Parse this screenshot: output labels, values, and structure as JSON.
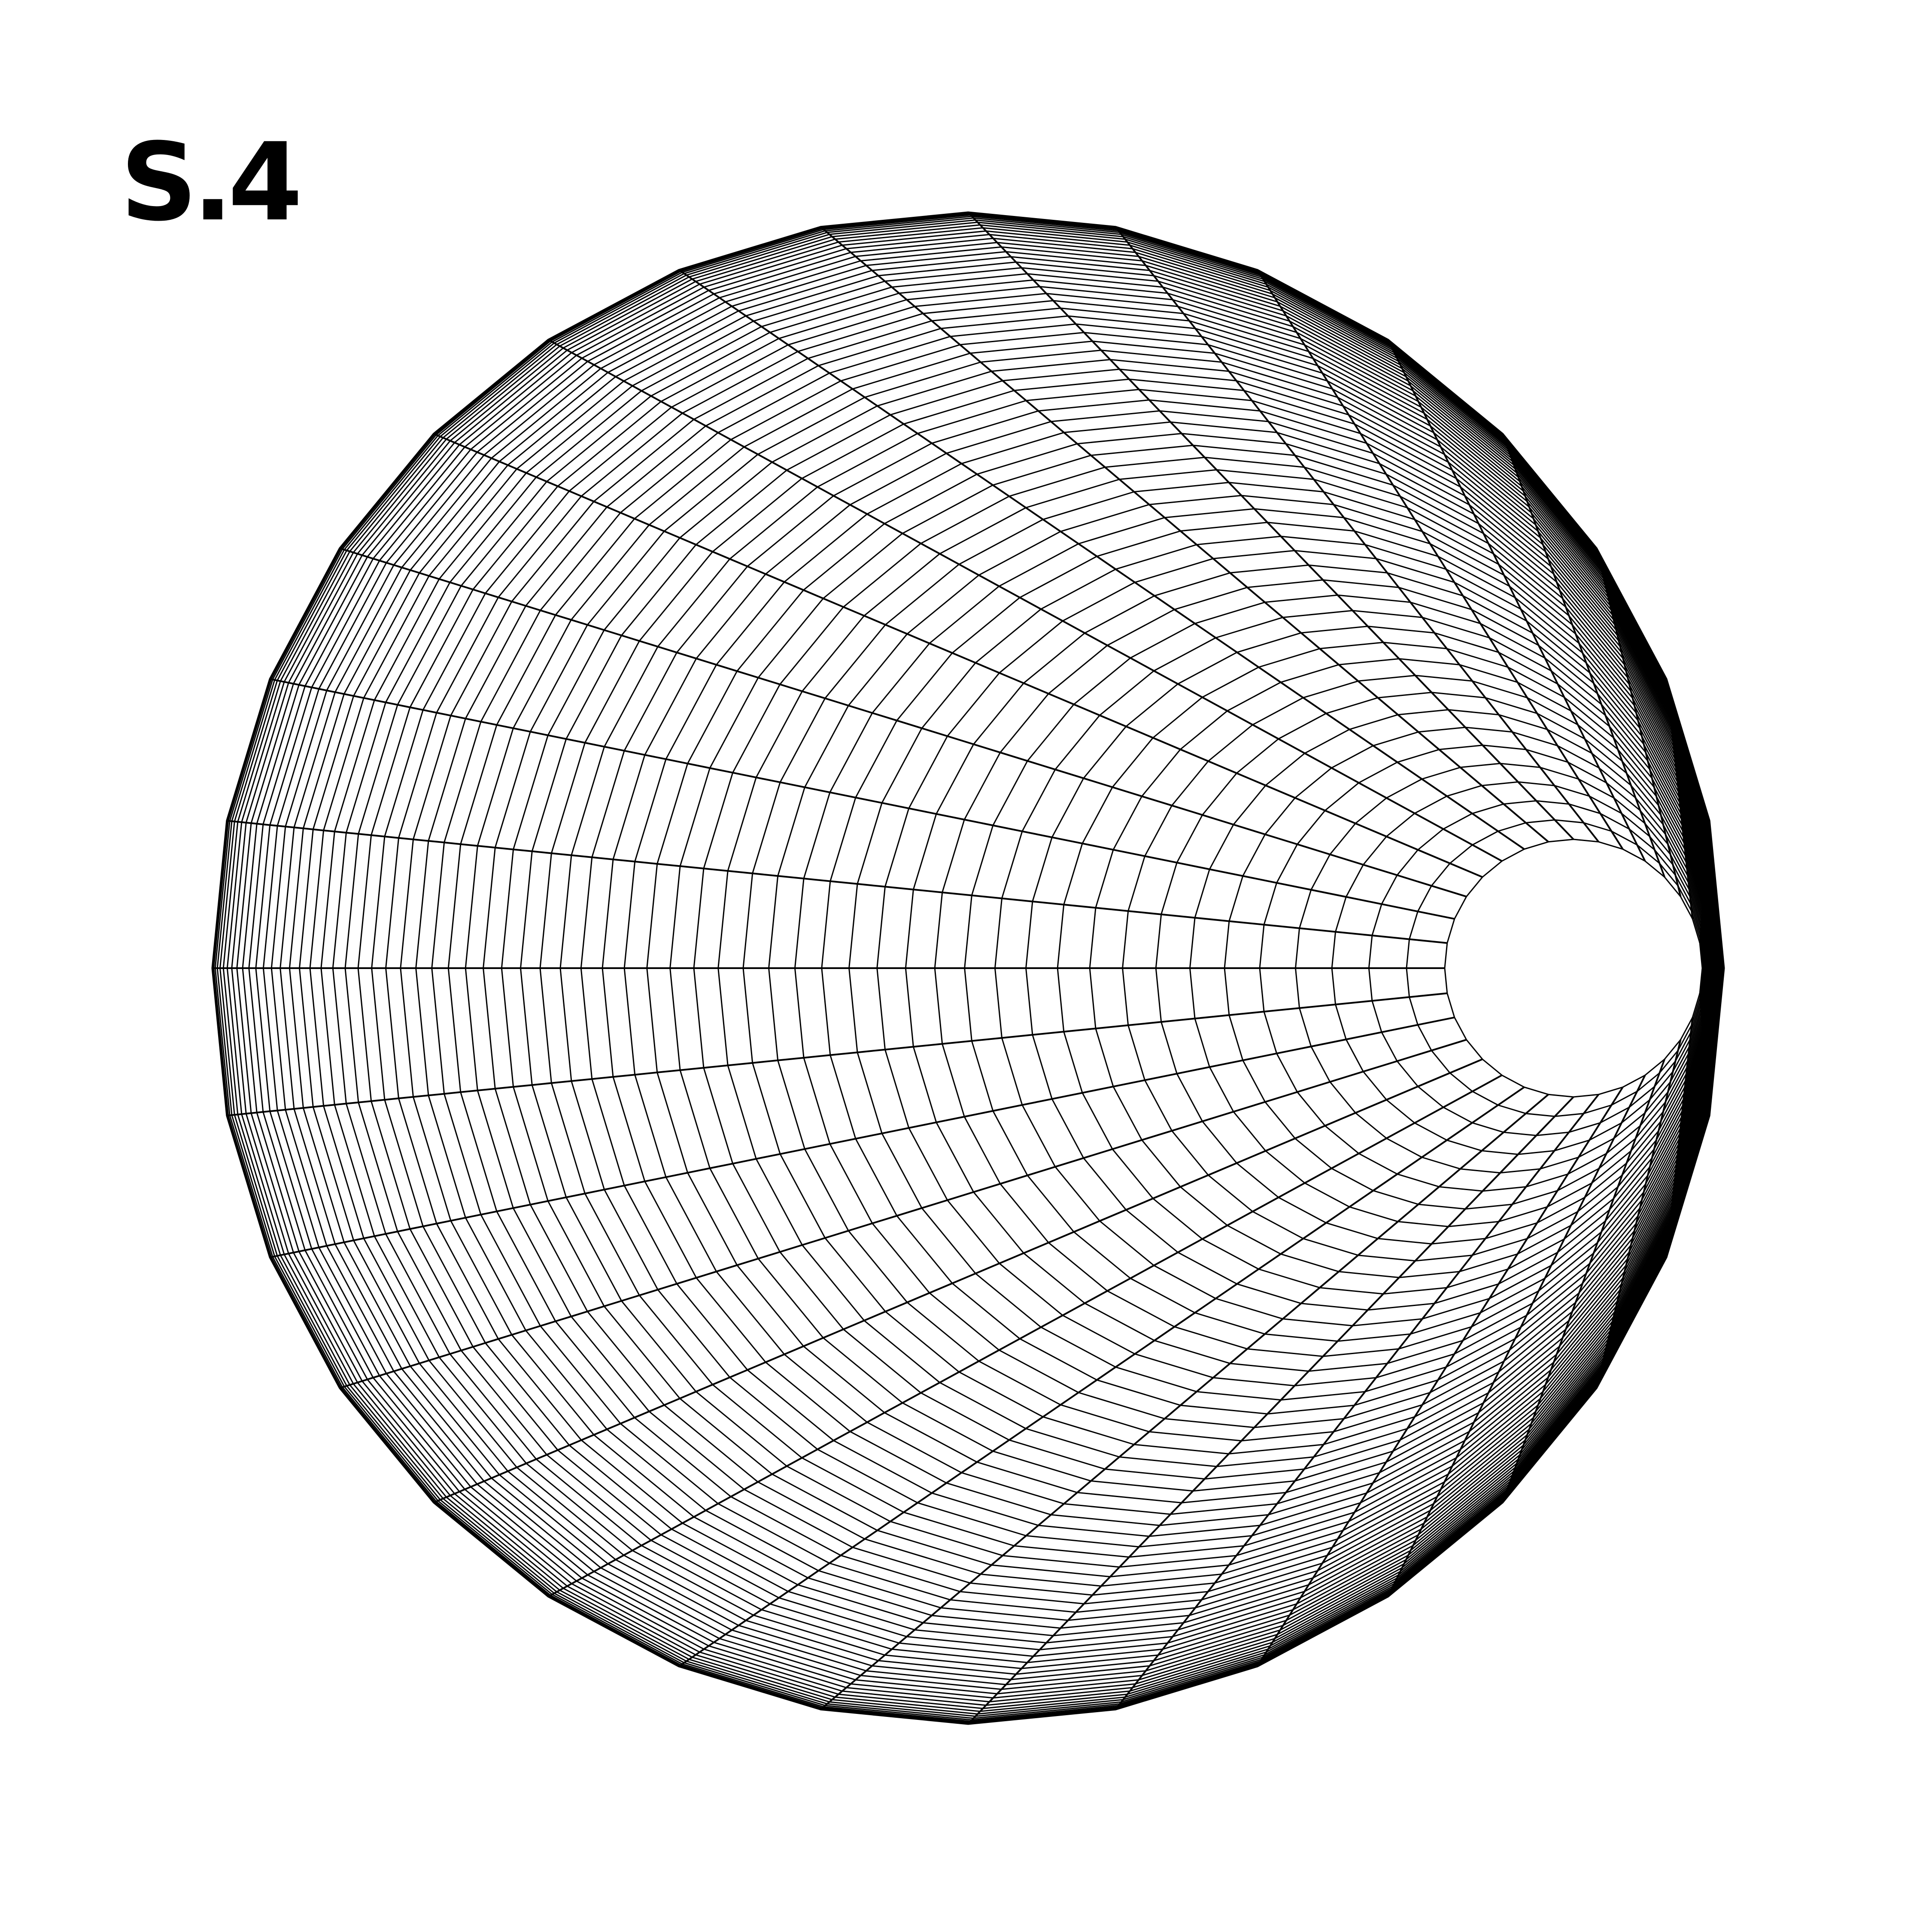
{
  "figure": {
    "label": "S.4"
  },
  "mesh": {
    "style": "wireframe disk with offset inner funnel",
    "spokes": 32,
    "rings": 64,
    "line_color": "#000000",
    "background_color": "#ffffff"
  }
}
